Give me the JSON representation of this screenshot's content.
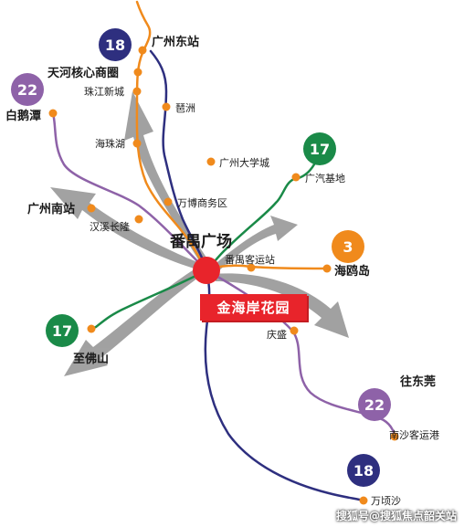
{
  "lines": {
    "line18": {
      "number": "18",
      "color": "#2e2f7f"
    },
    "line22": {
      "number": "22",
      "color": "#8e62a8"
    },
    "line17": {
      "number": "17",
      "color": "#1a8a48"
    },
    "line3": {
      "number": "3",
      "color": "#f08a1c"
    }
  },
  "center": {
    "name": "番禺广场",
    "color": "#e8242b"
  },
  "project": {
    "name": "金海岸花园"
  },
  "stations": {
    "guangzhou_east": "广州东站",
    "tianhe_cbd": "天河核心商圈",
    "zhujiang_newtown": "珠江新城",
    "baietan": "白鹅潭",
    "pazhou": "琶洲",
    "haizhu_lake": "海珠湖",
    "university_town": "广州大学城",
    "gac_base": "广汽基地",
    "wanbo": "万博商务区",
    "guangzhou_south": "广州南站",
    "chimelong": "汉溪长隆",
    "panyu_bus_station": "番禺客运站",
    "haiou_island": "海鸥岛",
    "foshan": "至佛山",
    "qingsheng": "庆盛",
    "dongguan": "往东莞",
    "nansha_port": "南沙客运港",
    "wanqingsha": "万顷沙"
  },
  "watermark": "搜狐号@搜狐焦点韶关站",
  "colors": {
    "arrow": "#9a9a9a",
    "station": "#f08a1c",
    "text": "#1a1a1a"
  }
}
